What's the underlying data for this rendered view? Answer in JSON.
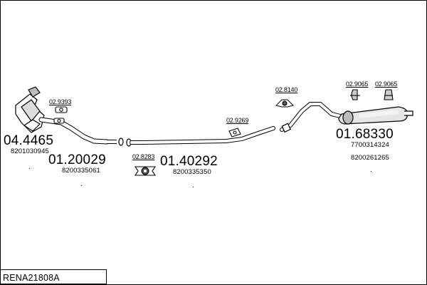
{
  "title": "RENA21808A",
  "parts": {
    "catalyst": {
      "code": "04.4465",
      "oem": "8201030945"
    },
    "front_pipe": {
      "code": "01.20029",
      "oem": "8200335061"
    },
    "middle_pipe": {
      "code": "01.40292",
      "oem": "8200335350"
    },
    "rear_silencer": {
      "code": "01.68330",
      "oem1": "7700314324",
      "oem2": "8200261265"
    }
  },
  "clamps": {
    "c1": "02.9393",
    "c2": "02.8283",
    "c3": "02.9269",
    "c4": "02.8140",
    "c5": "02.9065",
    "c6": "02.9065"
  }
}
